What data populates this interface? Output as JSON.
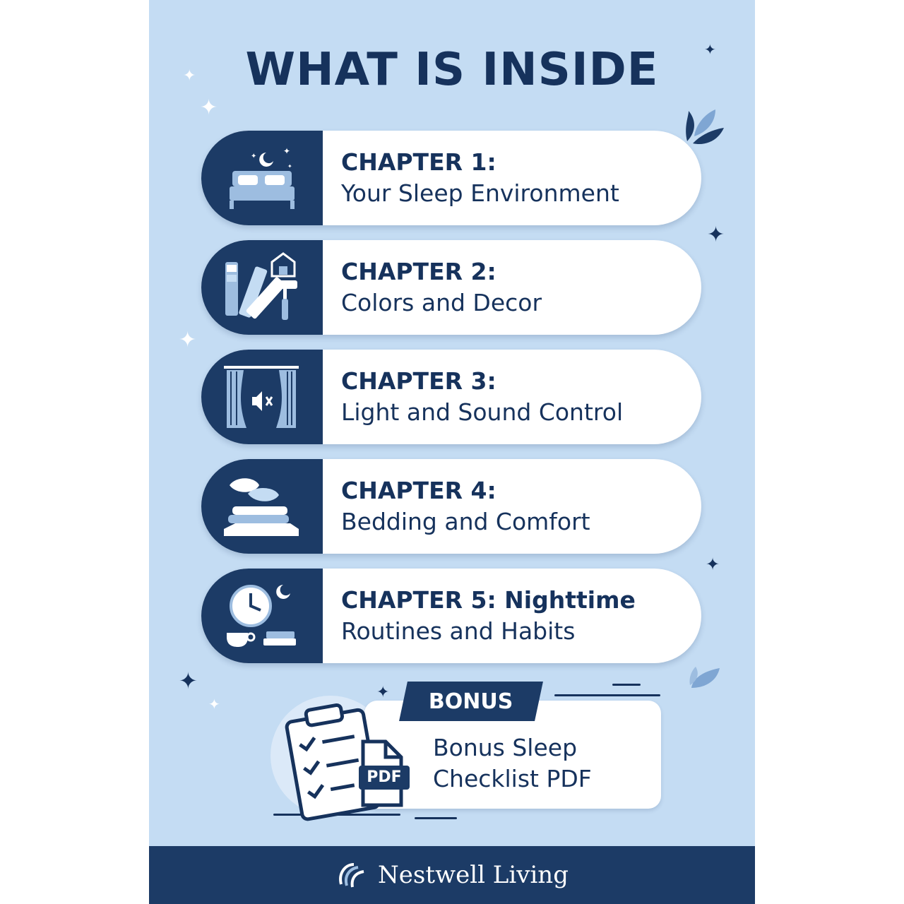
{
  "title": "WHAT IS INSIDE",
  "chapters": [
    {
      "heading": "CHAPTER 1:",
      "subtitle": "Your Sleep Environment",
      "icon": "bed-icon"
    },
    {
      "heading": "CHAPTER 2:",
      "subtitle": "Colors and Decor",
      "icon": "color-swatch-icon"
    },
    {
      "heading": "CHAPTER 3:",
      "subtitle": "Light and Sound Control",
      "icon": "curtain-mute-icon"
    },
    {
      "heading": "CHAPTER 4:",
      "subtitle": "Bedding and Comfort",
      "icon": "bedding-stack-icon"
    },
    {
      "heading": "CHAPTER 5: Nighttime",
      "subtitle": "Routines and Habits",
      "icon": "clock-moon-icon"
    }
  ],
  "bonus": {
    "tag": "BONUS",
    "line1": "Bonus Sleep",
    "line2": "Checklist PDF",
    "pdf_label": "PDF",
    "icon": "clipboard-checklist-icon"
  },
  "footer": {
    "brand": "Nestwell Living",
    "icon": "nestwell-logo-icon"
  },
  "colors": {
    "navy": "#1c3b66",
    "background": "#c4dcf3",
    "text": "#16325c",
    "card": "#ffffff"
  }
}
